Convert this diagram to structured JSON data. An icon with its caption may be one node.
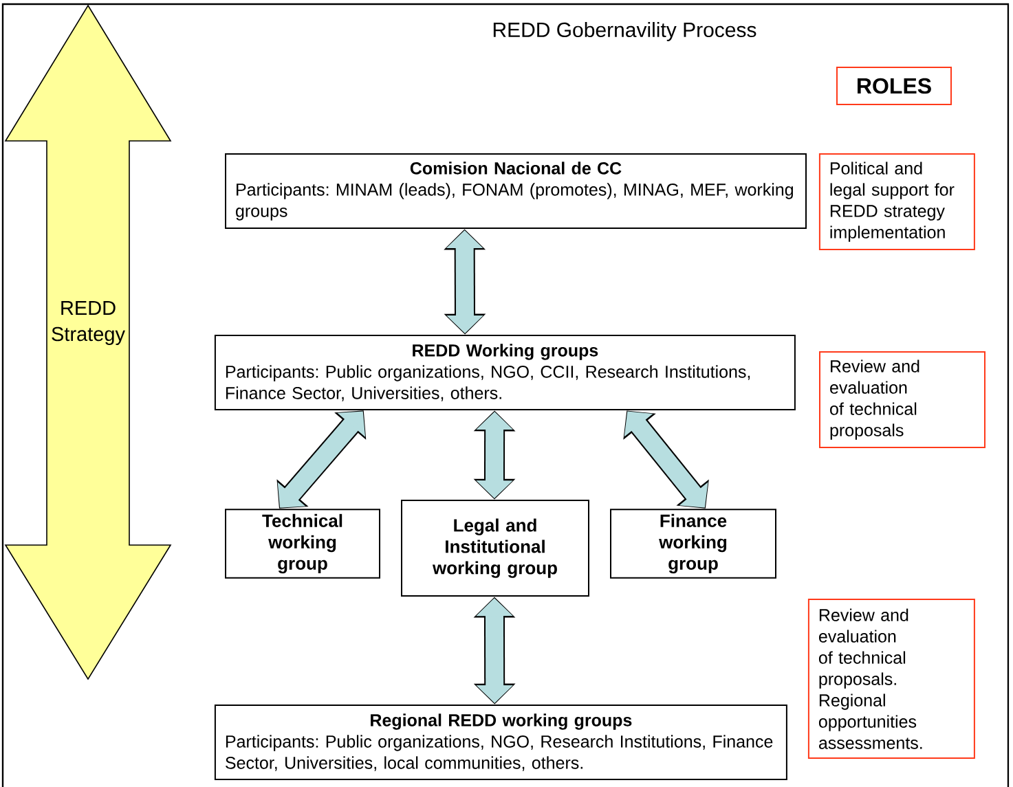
{
  "diagram": {
    "title": "REDD Gobernavility Process",
    "nodes": [
      {
        "text": [
          "REDD Strategy"
        ]
      },
      {
        "text": [
          "ROLES"
        ]
      },
      {
        "text": [
          "Comision Nacional de CC",
          "Participants: MINAM (leads), FONAM (promotes), MINAG, MEF, working groups"
        ]
      },
      {
        "text": [
          "Political and legal support for REDD strategy implementation"
        ]
      },
      {
        "text": [
          "REDD Working groups",
          "Participants: Public organizations, NGO, CCII, Research Institutions, Finance Sector, Universities, others."
        ]
      },
      {
        "text": [
          "Review and evaluation of technical proposals"
        ]
      },
      {
        "text": [
          "Technical working group"
        ]
      },
      {
        "text": [
          "Legal and Institutional working group"
        ]
      },
      {
        "text": [
          "Finance working group"
        ]
      },
      {
        "text": [
          "Review and evaluation of technical proposals. Regional opportunities assessments."
        ]
      },
      {
        "text": [
          "Regional REDD working groups",
          "Participants: Public organizations, NGO, Research Institutions, Finance Sector, Universities, local communities, others."
        ]
      }
    ],
    "edges": [
      {
        "from": 2,
        "to": 4,
        "arrow": "both"
      },
      {
        "from": 4,
        "to": 6,
        "arrow": "both"
      },
      {
        "from": 4,
        "to": 7,
        "arrow": "both"
      },
      {
        "from": 4,
        "to": 8,
        "arrow": "both"
      },
      {
        "from": 7,
        "to": 10,
        "arrow": "both"
      }
    ]
  }
}
